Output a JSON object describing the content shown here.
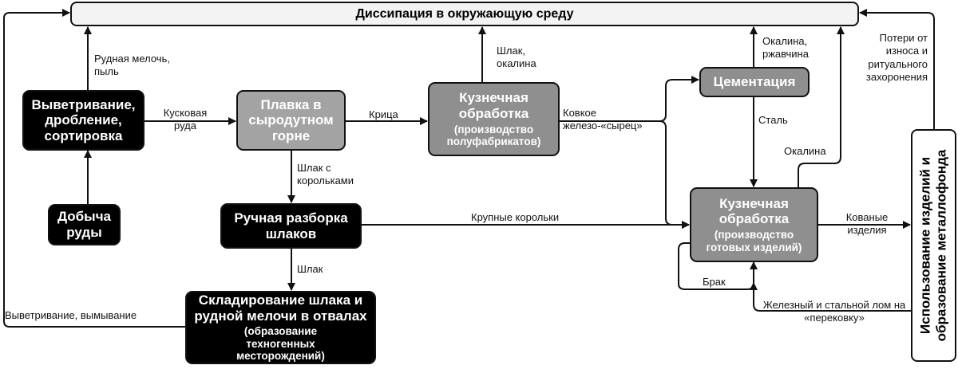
{
  "top": "Диссипация в окружающую среду",
  "nodes": {
    "weathering": "Выветривание, дробление, сортировка",
    "mining": "Добыча руды",
    "smelting": "Плавка в сыродутном горне",
    "forging1_title": "Кузнечная обработка",
    "forging1_sub": "(производство полуфабрикатов)",
    "slag_sorting": "Ручная разборка шлаков",
    "storage_title": "Складирование шлака и рудной мелочи в отвалах",
    "storage_sub": "(образование техногенных месторождений)",
    "cementation": "Цементация",
    "forging2_title": "Кузнечная обработка",
    "forging2_sub": "(производство готовых изделий)",
    "usage": "Использование изделий и образование металлофонда"
  },
  "edges": {
    "ore_fines": "Рудная мелочь, пыль",
    "lump_ore": "Кусковая руда",
    "bloom": "Крица",
    "slag_scale": "Шлак, окалина",
    "slag_prills": "Шлак с корольками",
    "large_prills": "Крупные корольки",
    "slag": "Шлак",
    "weathering_washing": "Выветривание, вымывание",
    "raw_iron": "Ковкое железо-«сырец»",
    "scale_rust": "Окалина, ржавчина",
    "steel": "Сталь",
    "scale": "Окалина",
    "forged_goods": "Кованые изделия",
    "losses": "Потери от износа и ритуального захоронения",
    "scrap": "Железный и стальной лом на «перековку»",
    "reject": "Брак"
  }
}
